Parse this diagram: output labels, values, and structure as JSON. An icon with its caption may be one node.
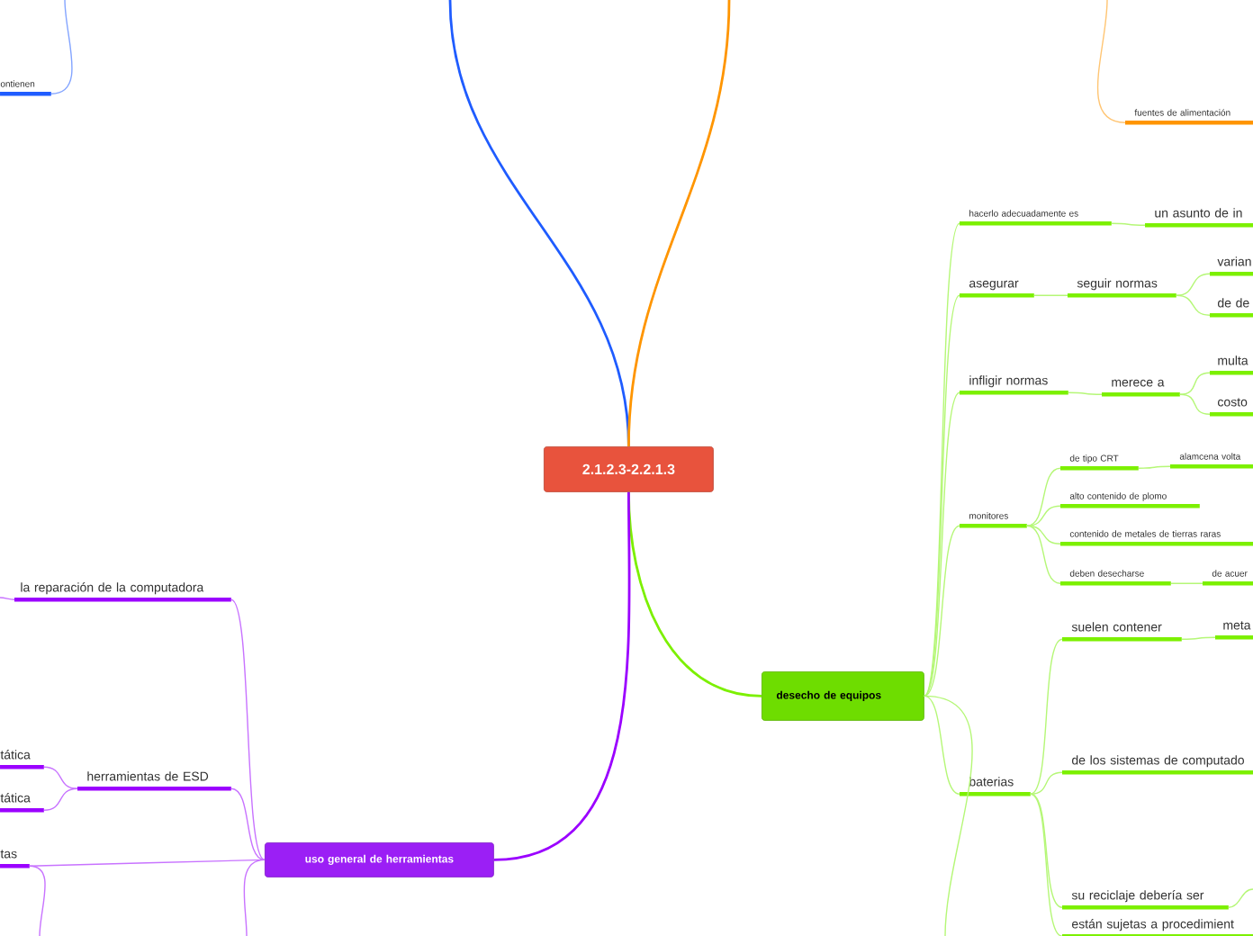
{
  "diagram": {
    "nodes": [
      {
        "text": [
          "2.1.2.3-2.2.1.3"
        ]
      },
      {
        "text": [
          "desecho de equipos"
        ]
      },
      {
        "text": [
          "uso general de herramientas"
        ]
      },
      {
        "text": [
          "ontienen"
        ]
      },
      {
        "text": [
          "fuentes de alimentación"
        ]
      },
      {
        "text": [
          "hacerlo adecuadamente es"
        ]
      },
      {
        "text": [
          "un asunto de in"
        ]
      },
      {
        "text": [
          "asegurar"
        ]
      },
      {
        "text": [
          "seguir normas"
        ]
      },
      {
        "text": [
          "varian"
        ]
      },
      {
        "text": [
          "de de"
        ]
      },
      {
        "text": [
          "infligir normas"
        ]
      },
      {
        "text": [
          "merece a"
        ]
      },
      {
        "text": [
          "multa"
        ]
      },
      {
        "text": [
          "costo"
        ]
      },
      {
        "text": [
          "monitores"
        ]
      },
      {
        "text": [
          "de tipo CRT"
        ]
      },
      {
        "text": [
          "alamcena volta"
        ]
      },
      {
        "text": [
          "alto contenido de plomo"
        ]
      },
      {
        "text": [
          "contenido de metales de tierras raras"
        ]
      },
      {
        "text": [
          "deben desecharse"
        ]
      },
      {
        "text": [
          "de acuer"
        ]
      },
      {
        "text": [
          "baterias"
        ]
      },
      {
        "text": [
          "suelen contener"
        ]
      },
      {
        "text": [
          "meta"
        ]
      },
      {
        "text": [
          "de los sistemas de computado"
        ]
      },
      {
        "text": [
          "su reciclaje debería ser"
        ]
      },
      {
        "text": [
          "están sujetas a procedimient"
        ]
      },
      {
        "text": [
          "la reparación de la computadora"
        ]
      },
      {
        "text": [
          "herramientas de ESD"
        ]
      },
      {
        "text": [
          "tática"
        ]
      },
      {
        "text": [
          "tática"
        ]
      },
      {
        "text": [
          "tas"
        ]
      }
    ],
    "edges": [
      {
        "from": 0,
        "to": 1,
        "arrow": "none",
        "color": "#7cf000"
      },
      {
        "from": 0,
        "to": 2,
        "arrow": "none",
        "color": "#9b00ff"
      },
      {
        "from": 0,
        "to": null,
        "arrow": "none",
        "color": "#1f5cff"
      },
      {
        "from": 0,
        "to": null,
        "arrow": "none",
        "color": "#ff9500"
      },
      {
        "from": null,
        "to": 3,
        "arrow": "none",
        "color": "#84a5ff"
      },
      {
        "from": null,
        "to": 4,
        "arrow": "none",
        "color": "#ffc573"
      },
      {
        "from": 1,
        "to": 5,
        "arrow": "none"
      },
      {
        "from": 5,
        "to": 6,
        "arrow": "none"
      },
      {
        "from": 1,
        "to": 7,
        "arrow": "none"
      },
      {
        "from": 7,
        "to": 8,
        "arrow": "none"
      },
      {
        "from": 8,
        "to": 9,
        "arrow": "none"
      },
      {
        "from": 8,
        "to": 10,
        "arrow": "none"
      },
      {
        "from": 1,
        "to": 11,
        "arrow": "none"
      },
      {
        "from": 11,
        "to": 12,
        "arrow": "none"
      },
      {
        "from": 12,
        "to": 13,
        "arrow": "none"
      },
      {
        "from": 12,
        "to": 14,
        "arrow": "none"
      },
      {
        "from": 1,
        "to": 15,
        "arrow": "none"
      },
      {
        "from": 15,
        "to": 16,
        "arrow": "none"
      },
      {
        "from": 16,
        "to": 17,
        "arrow": "none"
      },
      {
        "from": 15,
        "to": 18,
        "arrow": "none"
      },
      {
        "from": 15,
        "to": 19,
        "arrow": "none"
      },
      {
        "from": 15,
        "to": 20,
        "arrow": "none"
      },
      {
        "from": 20,
        "to": 21,
        "arrow": "none"
      },
      {
        "from": 1,
        "to": 22,
        "arrow": "none"
      },
      {
        "from": 22,
        "to": 23,
        "arrow": "none"
      },
      {
        "from": 23,
        "to": 24,
        "arrow": "none"
      },
      {
        "from": 22,
        "to": 25,
        "arrow": "none"
      },
      {
        "from": 22,
        "to": 26,
        "arrow": "none"
      },
      {
        "from": 22,
        "to": 27,
        "arrow": "none"
      },
      {
        "from": 26,
        "to": null,
        "arrow": "none"
      },
      {
        "from": 1,
        "to": null,
        "arrow": "none"
      },
      {
        "from": 2,
        "to": 28,
        "arrow": "none",
        "color": "#c873ff"
      },
      {
        "from": 28,
        "to": null,
        "arrow": "none",
        "color": "#c873ff"
      },
      {
        "from": 2,
        "to": 29,
        "arrow": "none",
        "color": "#c873ff"
      },
      {
        "from": 29,
        "to": 30,
        "arrow": "none",
        "color": "#c873ff"
      },
      {
        "from": 29,
        "to": 31,
        "arrow": "none",
        "color": "#c873ff"
      },
      {
        "from": 2,
        "to": 32,
        "arrow": "none",
        "color": "#c873ff"
      },
      {
        "from": 32,
        "to": null,
        "arrow": "none",
        "color": "#c873ff"
      },
      {
        "from": 2,
        "to": null,
        "arrow": "none",
        "color": "#c873ff"
      }
    ]
  }
}
